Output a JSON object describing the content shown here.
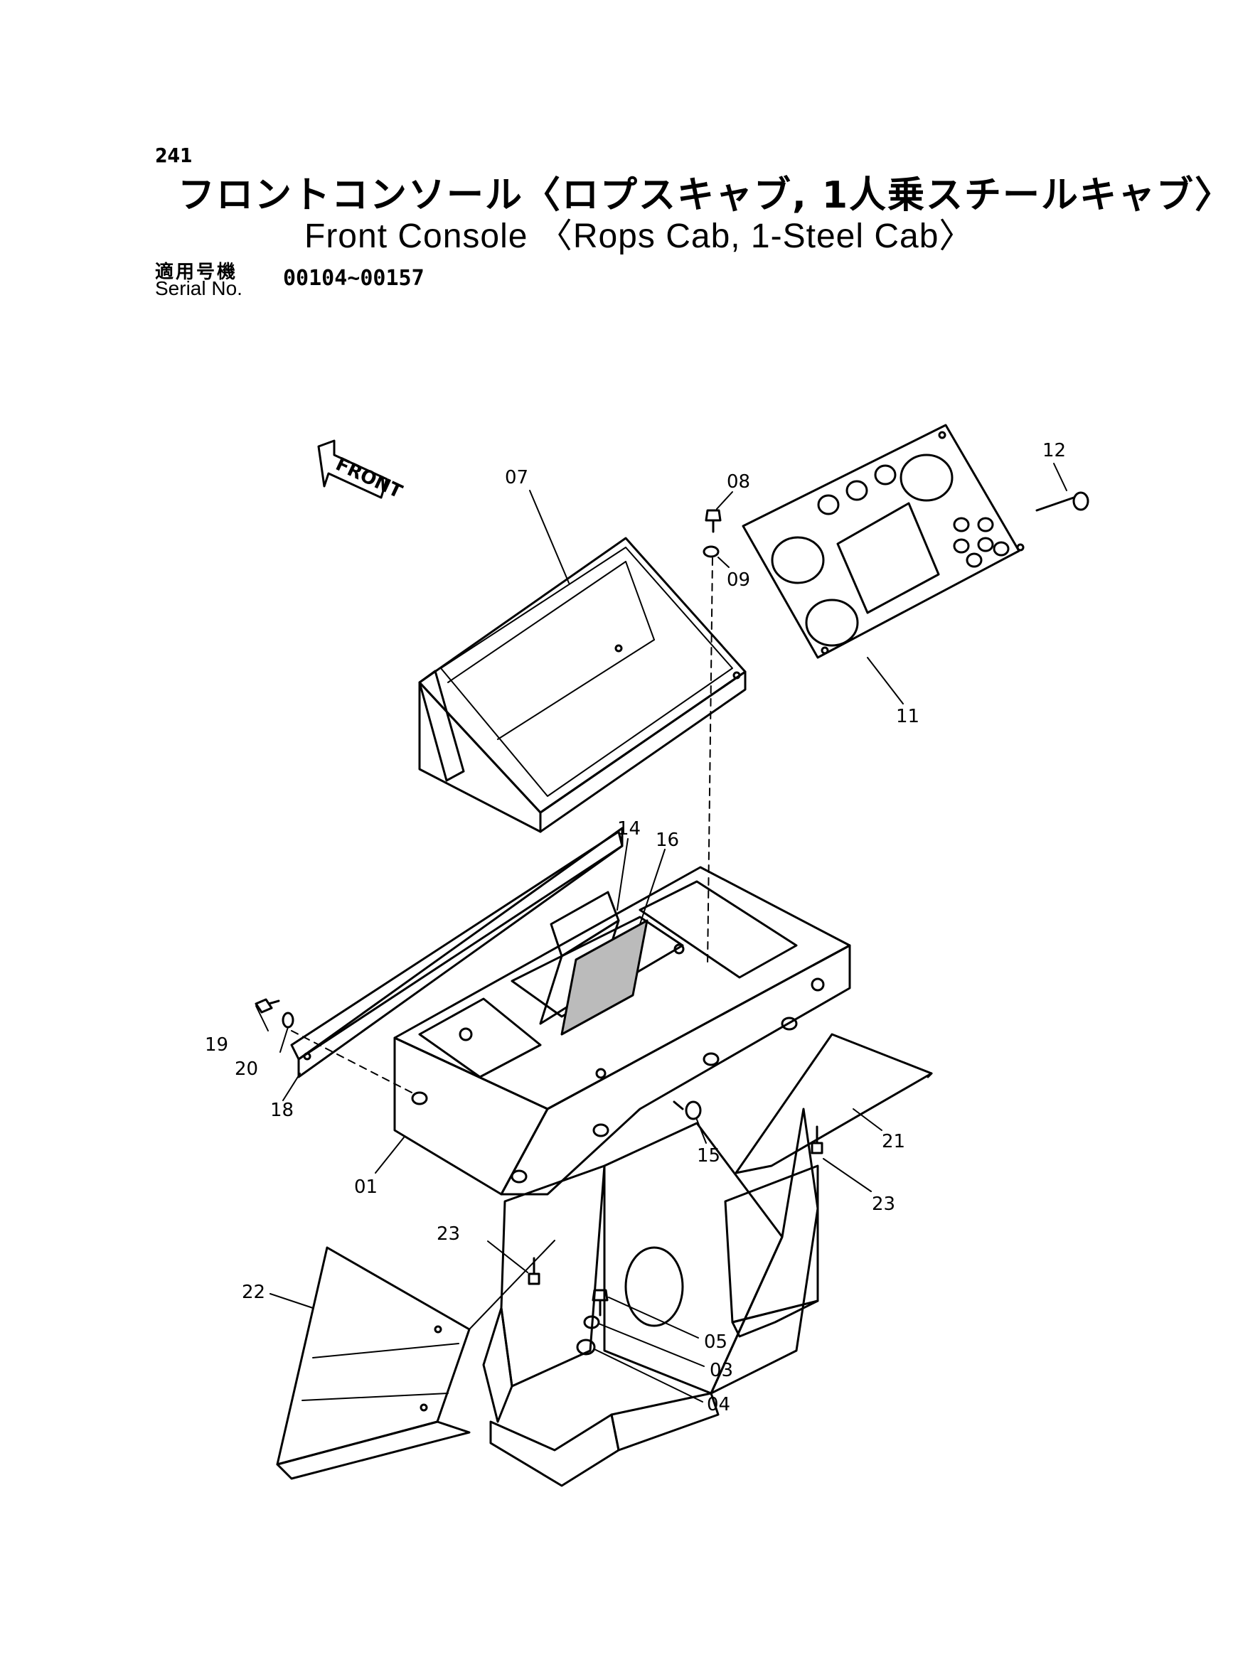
{
  "header": {
    "page_number": "241",
    "title_jp": "フロントコンソール〈ロプスキャブ, 1人乗スチールキャブ〉",
    "title_en": "Front Console 〈Rops Cab, 1-Steel Cab〉",
    "serial_label_jp": "適用号機",
    "serial_label_en": "Serial No.",
    "serial_range": "00104~00157"
  },
  "diagram": {
    "direction_label": "FRONT",
    "callouts": {
      "p01": "01",
      "p03": "03",
      "p04": "04",
      "p05": "05",
      "p07": "07",
      "p08": "08",
      "p09": "09",
      "p11": "11",
      "p12": "12",
      "p14": "14",
      "p15": "15",
      "p16": "16",
      "p18": "18",
      "p19": "19",
      "p20": "20",
      "p21": "21",
      "p22": "22",
      "p23a": "23",
      "p23b": "23"
    }
  }
}
